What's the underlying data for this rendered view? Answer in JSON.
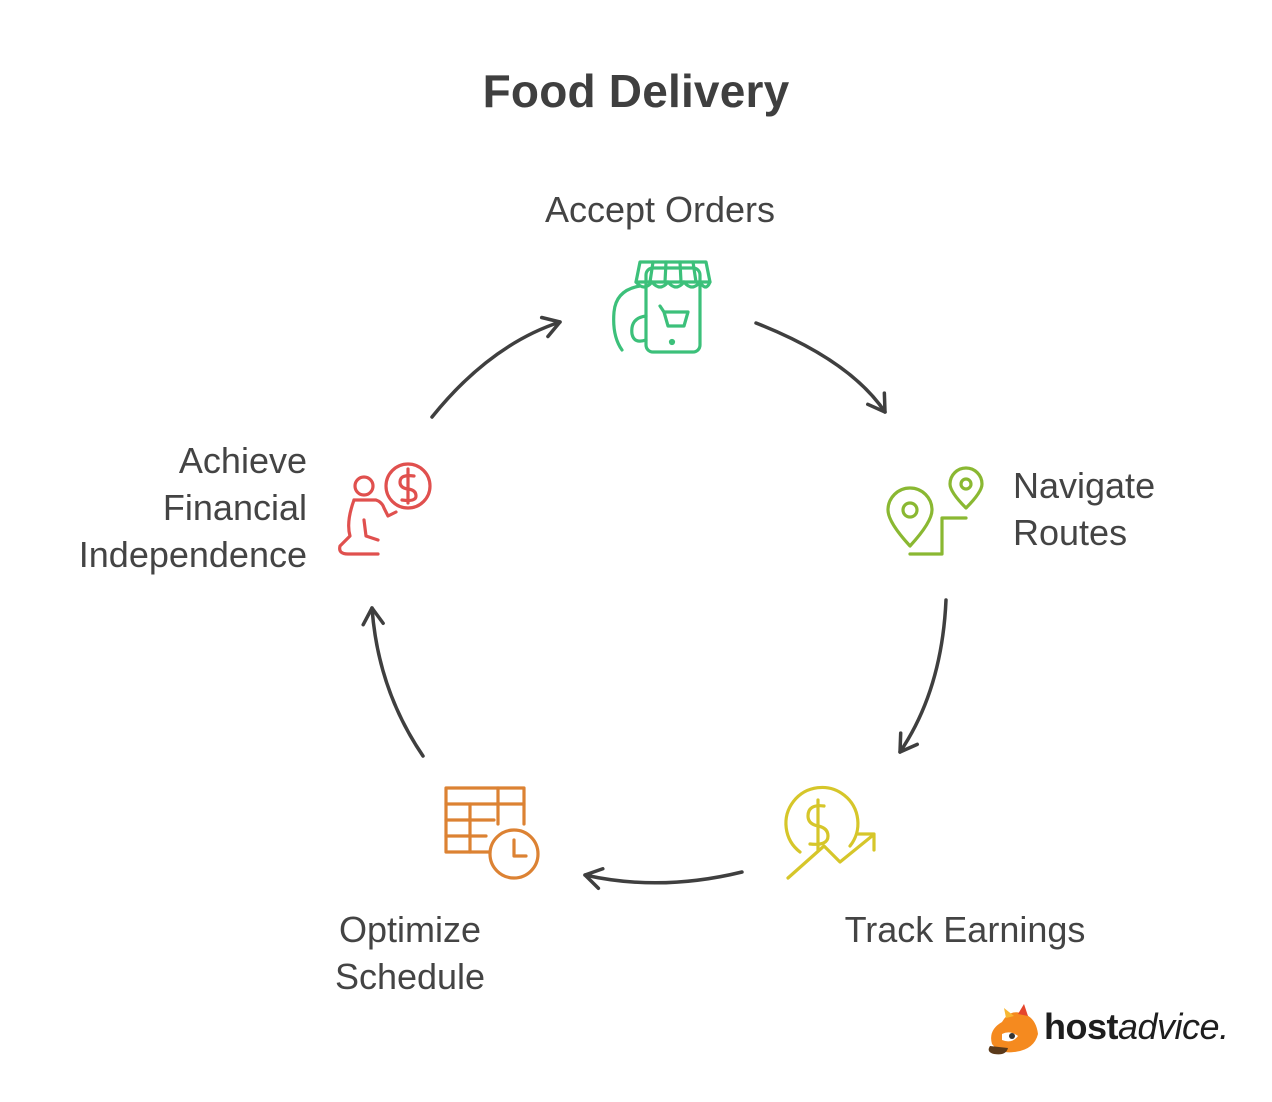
{
  "title": "Food Delivery",
  "steps": [
    {
      "label_lines": [
        "Accept Orders"
      ],
      "icon": "shop-phone-icon",
      "color": "#3cc07a"
    },
    {
      "label_lines": [
        "Navigate",
        "Routes"
      ],
      "icon": "map-route-icon",
      "color": "#8ab832"
    },
    {
      "label_lines": [
        "Track Earnings"
      ],
      "icon": "earnings-growth-icon",
      "color": "#d6c62a"
    },
    {
      "label_lines": [
        "Optimize",
        "Schedule"
      ],
      "icon": "schedule-clock-icon",
      "color": "#dc8233"
    },
    {
      "label_lines": [
        "Achieve",
        "Financial",
        "Independence"
      ],
      "icon": "person-money-icon",
      "color": "#e0504e"
    }
  ],
  "brand": {
    "bold": "host",
    "italic": "advice."
  },
  "arrow_color": "#3f3f3f"
}
